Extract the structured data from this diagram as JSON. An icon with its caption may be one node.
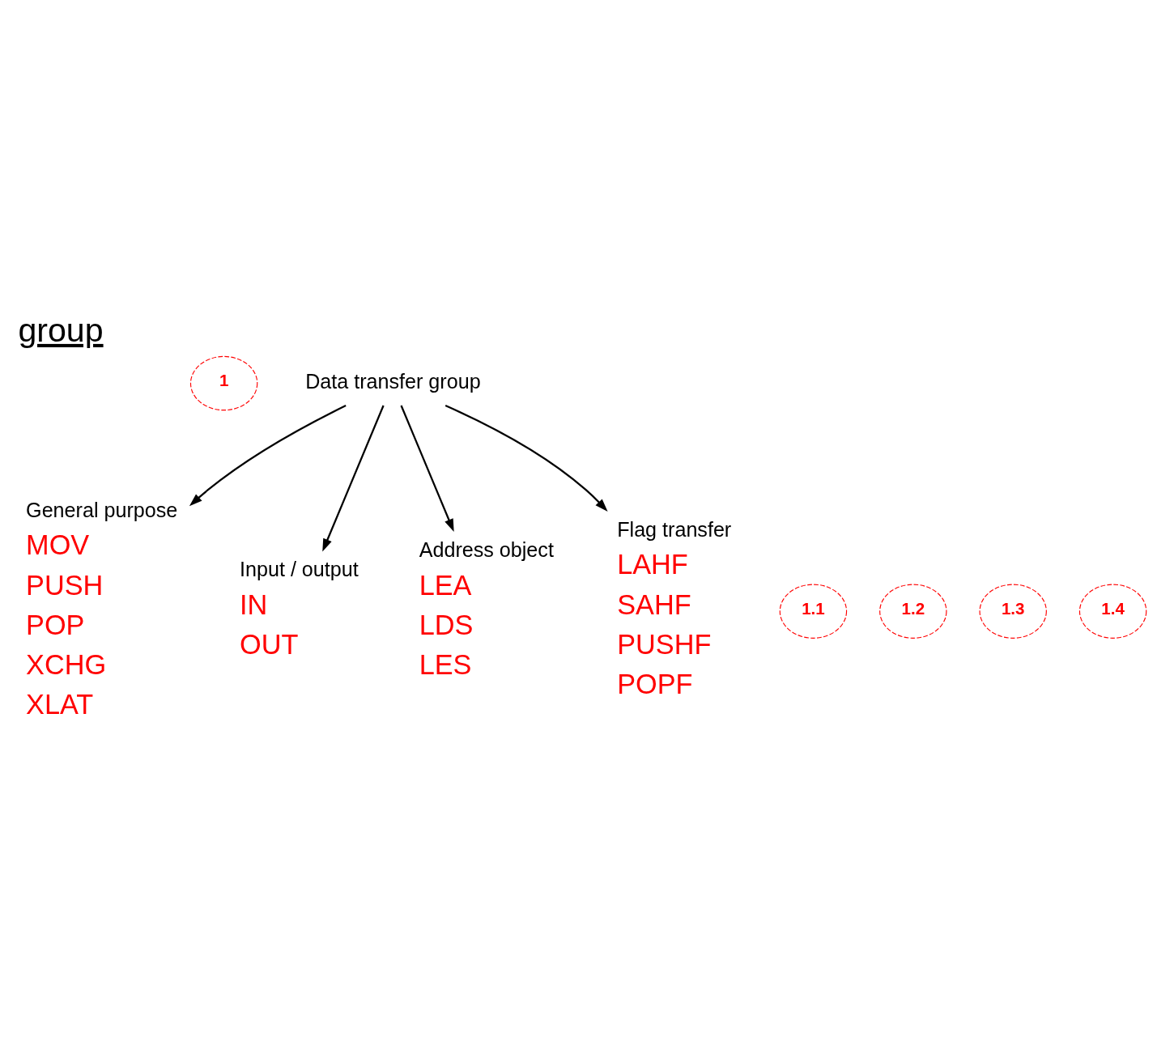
{
  "diagram": {
    "title": "group",
    "nodes": [
      {
        "text": [
          "1"
        ]
      },
      {
        "text": [
          "Data transfer group"
        ]
      },
      {
        "text": [
          "1.1"
        ]
      },
      {
        "text": [
          "General purpose"
        ],
        "beside": [
          "MOV",
          "PUSH",
          "POP",
          "XCHG",
          "XLAT"
        ]
      },
      {
        "text": [
          "1.2"
        ]
      },
      {
        "text": [
          "Input / output"
        ],
        "beside": [
          "IN",
          "OUT"
        ]
      },
      {
        "text": [
          "1.3"
        ]
      },
      {
        "text": [
          "Address object"
        ],
        "beside": [
          "LEA",
          "LDS",
          "LES"
        ]
      },
      {
        "text": [
          "1.4"
        ]
      },
      {
        "text": [
          "Flag transfer"
        ],
        "beside": [
          "LAHF",
          "SAHF",
          "PUSHF",
          "POPF"
        ]
      }
    ],
    "edges": [
      {
        "from": 1,
        "to": 3,
        "arrow": "to"
      },
      {
        "from": 1,
        "to": 5,
        "arrow": "to"
      },
      {
        "from": 1,
        "to": 7,
        "arrow": "to"
      },
      {
        "from": 1,
        "to": 9,
        "arrow": "to"
      }
    ]
  }
}
